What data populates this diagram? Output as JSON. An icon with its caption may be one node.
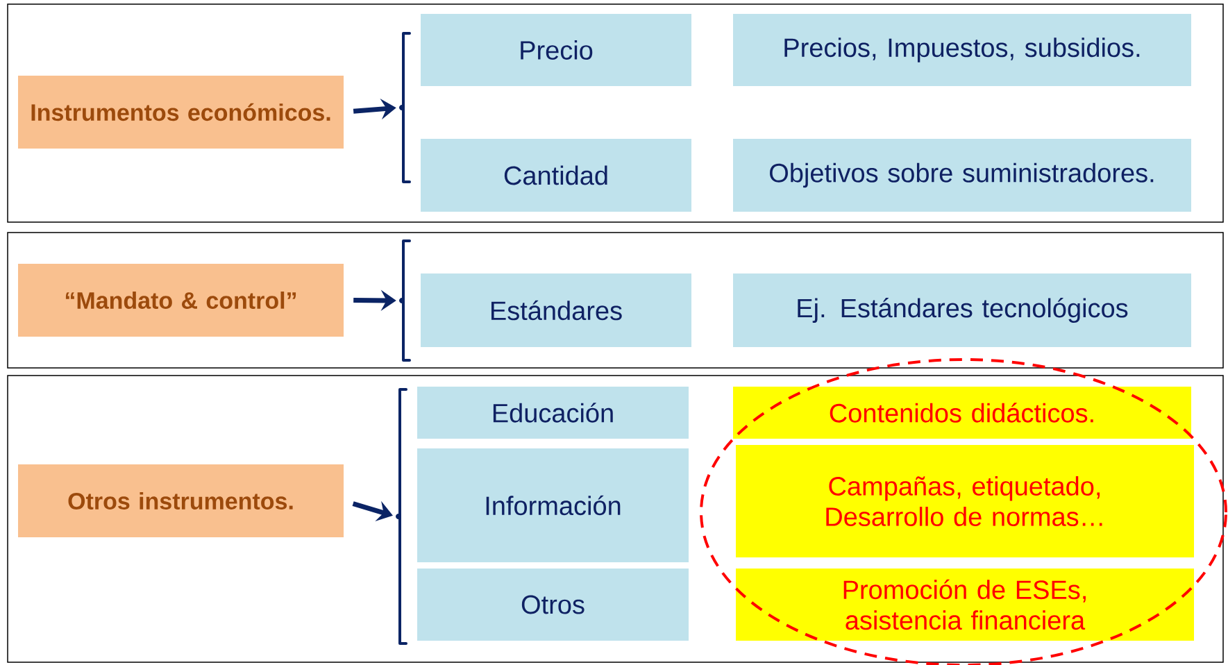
{
  "diagram": {
    "nodes": [
      {
        "text": [
          "Instrumentos económicos."
        ]
      },
      {
        "text": [],
        "shape": "bracket"
      },
      {
        "text": [
          "Precio"
        ]
      },
      {
        "text": [
          "Precios, Impuestos, subsidios."
        ]
      },
      {
        "text": [
          "Cantidad"
        ]
      },
      {
        "text": [
          "Objetivos sobre suministradores."
        ]
      },
      {
        "text": [
          "“Mandato & control”"
        ]
      },
      {
        "text": [],
        "shape": "bracket"
      },
      {
        "text": [
          "Estándares"
        ]
      },
      {
        "text": [
          "Ej. Estándares tecnológicos"
        ]
      },
      {
        "text": [
          "Otros instrumentos."
        ]
      },
      {
        "text": [],
        "shape": "bracket"
      },
      {
        "text": [
          "Educación"
        ]
      },
      {
        "text": [
          "Contenidos didácticos."
        ]
      },
      {
        "text": [
          "Información"
        ]
      },
      {
        "text": [
          "Campañas, etiquetado, Desarrollo de normas…"
        ]
      },
      {
        "text": [
          "Otros"
        ]
      },
      {
        "text": [
          "Promoción de ESEs, asistencia financiera"
        ]
      }
    ],
    "edges": [
      {
        "from": 0,
        "to": 1,
        "arrow": "to"
      },
      {
        "from": 6,
        "to": 7,
        "arrow": "to"
      },
      {
        "from": 10,
        "to": 11,
        "arrow": "to"
      }
    ]
  }
}
